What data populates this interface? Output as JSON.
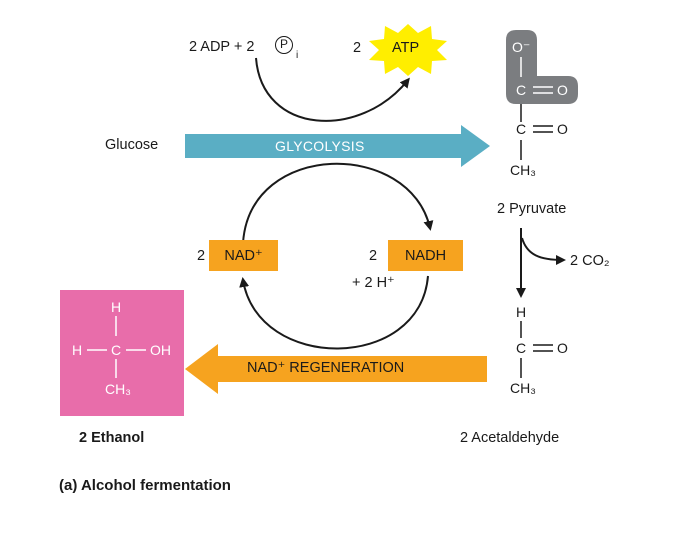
{
  "colors": {
    "glycolysis_arrow": "#5aaec4",
    "regeneration_arrow": "#f6a31f",
    "nad_box": "#f6a31f",
    "ethanol_box": "#e86daa",
    "carboxylate_highlight": "#7b7d80",
    "atp_star": "#ffee00"
  },
  "top": {
    "adp_text": "2 ADP + 2",
    "phosphate_symbol": "P",
    "phosphate_subscript": "i",
    "atp_count": "2",
    "atp_label": "ATP"
  },
  "glycolysis": {
    "substrate": "Glucose",
    "label": "GLYCOLYSIS"
  },
  "cycle": {
    "nad_count": "2",
    "nad_label": "NAD⁺",
    "nadh_count": "2",
    "nadh_label": "NADH",
    "protons": "+ 2 H⁺"
  },
  "regeneration": {
    "label": "NAD⁺ REGENERATION"
  },
  "pyruvate": {
    "o_minus": "O⁻",
    "c_carboxyl": "C",
    "o_carboxyl": "O",
    "c_keto": "C",
    "o_keto": "O",
    "methyl": "CH₃",
    "name": "2 Pyruvate"
  },
  "decarboxylation": {
    "product": "2 CO₂"
  },
  "acetaldehyde": {
    "h": "H",
    "c": "C",
    "o": "O",
    "methyl": "CH₃",
    "name": "2 Acetaldehyde"
  },
  "ethanol": {
    "h_top": "H",
    "h_left": "H",
    "c": "C",
    "oh": "OH",
    "methyl": "CH₃",
    "name": "2 Ethanol"
  },
  "caption": "(a) Alcohol fermentation"
}
